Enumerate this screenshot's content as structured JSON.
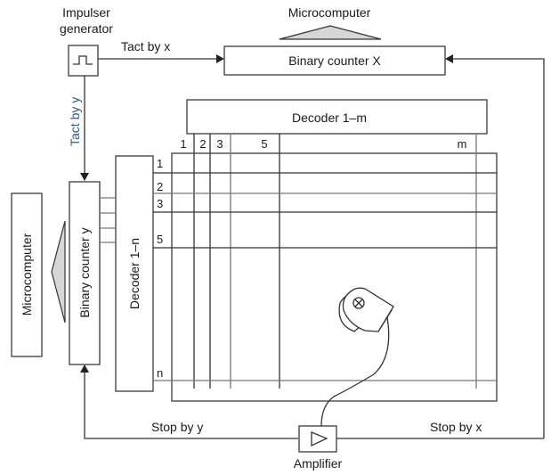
{
  "diagram": {
    "impulser_generator": {
      "label_line1": "Impulser",
      "label_line2": "generator",
      "icon": "pulse-icon"
    },
    "tact_by_x": "Tact by x",
    "tact_by_y": "Tact by y",
    "microcomputer_top": "Microcomputer",
    "binary_counter_x": "Binary counter X",
    "decoder_m": "Decoder 1–m",
    "microcomputer_left": "Microcomputer",
    "binary_counter_y": "Binary counter y",
    "decoder_n": "Decoder 1–n",
    "column_labels": [
      "1",
      "2",
      "3",
      "5",
      "m"
    ],
    "row_labels": [
      "1",
      "2",
      "3",
      "5",
      "n"
    ],
    "stop_by_y": "Stop by y",
    "stop_by_x": "Stop by x",
    "amplifier": {
      "label": "Amplifier",
      "icon": "amplifier-triangle-icon"
    },
    "sensor": {
      "icon": "light-pen-sensor-icon"
    }
  }
}
